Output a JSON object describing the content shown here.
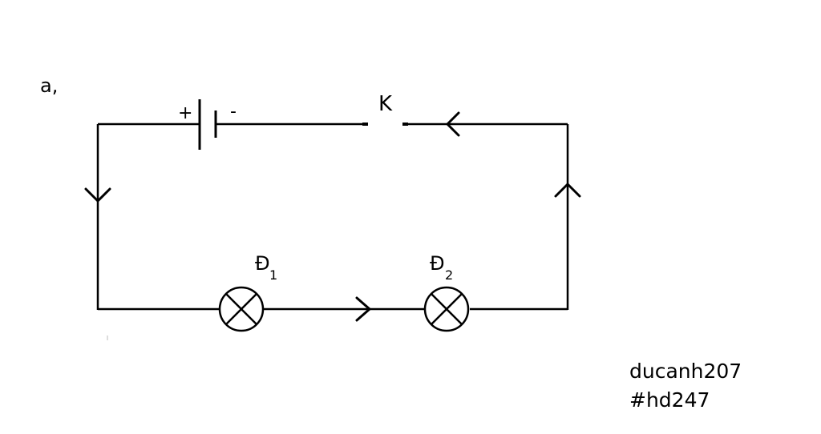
{
  "part_label": "a,",
  "battery": {
    "plus": "+",
    "minus": "-"
  },
  "switch_label": "K",
  "lamp1": {
    "letter": "Đ",
    "index": "1"
  },
  "lamp2": {
    "letter": "Đ",
    "index": "2"
  },
  "credits": {
    "author": "ducanh207",
    "tag": "#hd247"
  },
  "current_direction": [
    "left wire: down",
    "bottom wire: right",
    "right wire: up",
    "top wire: left"
  ]
}
